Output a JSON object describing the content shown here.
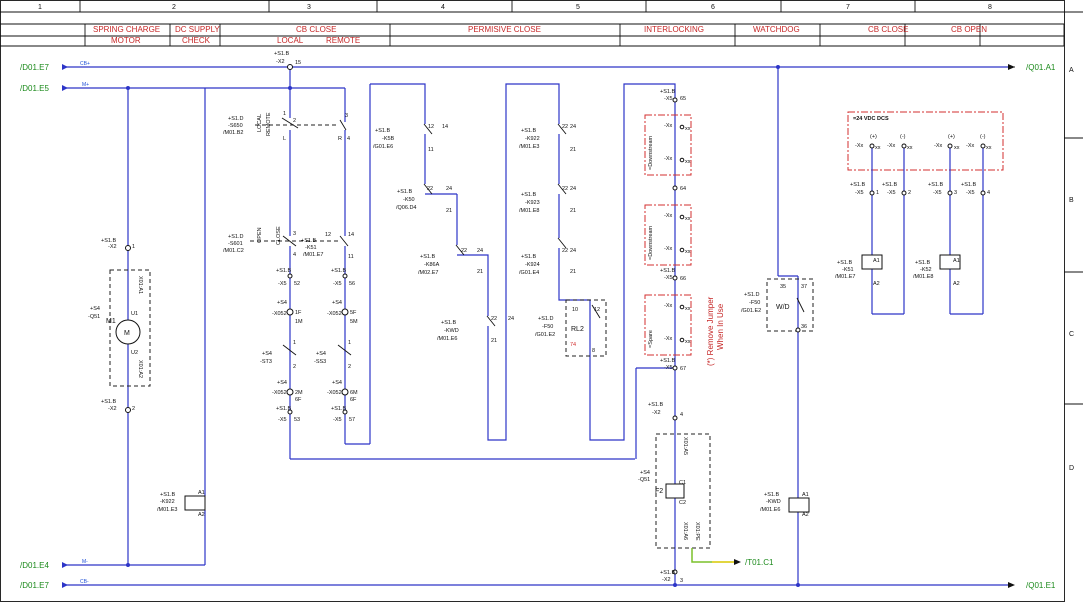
{
  "grid": {
    "columns": [
      "1",
      "2",
      "3",
      "4",
      "5",
      "6",
      "7",
      "8"
    ],
    "rows": [
      "A",
      "B",
      "C",
      "D"
    ]
  },
  "headers": {
    "spring_charge": "SPRING CHARGE",
    "motor": "MOTOR",
    "dc_supply": "DC SUPPLY",
    "check": "CHECK",
    "cb_close_main": "CB CLOSE",
    "local": "LOCAL",
    "remote": "REMOTE",
    "permissive_close": "PERMISIVE CLOSE",
    "interlocking": "INTERLOCKING",
    "watchdog": "WATCHDOG",
    "cb_close": "CB CLOSE",
    "cb_open": "CB OPEN"
  },
  "refs": {
    "d01e7_top": "/D01.E7",
    "d01e5": "/D01.E5",
    "d01e4": "/D01.E4",
    "d01e7_bot": "/D01.E7",
    "q01a1": "/Q01.A1",
    "q01e1": "/Q01.E1",
    "t01c1": "/T01.C1"
  },
  "bus": {
    "cb_plus": "CB+",
    "m_plus": "M+",
    "m_minus": "M-",
    "cb_minus": "CB-"
  },
  "motor": {
    "x2_top": [
      "+S1.B",
      "-X2",
      "1"
    ],
    "q51": [
      "+S4",
      "-Q51"
    ],
    "m1": "M1",
    "m": "M",
    "u1": "U1",
    "u2": "U2",
    "x01a1": "X01:A1",
    "x01a2": "X01:A2",
    "x2_bot": [
      "+S1.B",
      "-X2",
      "2"
    ]
  },
  "dc": {
    "k922": [
      "+S1.B",
      "-K922",
      "/M01.E3"
    ],
    "a1": "A1",
    "a2": "A2"
  },
  "local": {
    "x2_15": [
      "+S1.B",
      "-X2",
      "15"
    ],
    "s650": [
      "+S1.D",
      "-S650",
      "/M01.B2"
    ],
    "sel": [
      "LOCAL",
      "REMOTE"
    ],
    "pins": [
      "1",
      "2",
      "L",
      "R",
      "3",
      "4"
    ],
    "s601": [
      "+S1.D",
      "-S601",
      "/M01.C2"
    ],
    "s601_lbl": [
      "OPEN",
      "CLOSE"
    ],
    "k51": [
      "+S1.B",
      "-K51",
      "/M01.E7"
    ],
    "k51_pins": [
      "12",
      "14",
      "11"
    ],
    "s601_pins": [
      "3",
      "4"
    ],
    "x5_52": [
      "+S1.B",
      "-X5",
      "52"
    ],
    "x5_56": [
      "+S1.B",
      "-X5",
      "56"
    ],
    "x052_1": [
      "+S4",
      "-X052"
    ],
    "x052_p1": [
      "1F",
      "1M"
    ],
    "x052_2": [
      "+S4",
      "-X052"
    ],
    "x052_p2": [
      "5F",
      "5M"
    ],
    "st3": [
      "+S4",
      "-ST3"
    ],
    "ss3": [
      "+S4",
      "-SS3"
    ],
    "sw_pins": [
      "1",
      "2"
    ],
    "x052_3": [
      "+S4",
      "-X052"
    ],
    "x052_p3": [
      "2M",
      "6F"
    ],
    "x052_4": [
      "+S4",
      "-X052"
    ],
    "x052_p4": [
      "6M",
      "6F"
    ],
    "x5_53": [
      "+S1.B",
      "-X5",
      "53"
    ],
    "x5_57": [
      "+S1.B",
      "-X5",
      "57"
    ]
  },
  "permissive": {
    "k5b": [
      "+S1.B",
      "-K5B",
      "/G01.E6"
    ],
    "k50": [
      "+S1.B",
      "-K50",
      "/Q06.D4"
    ],
    "k86a": [
      "+S1.B",
      "-K86A",
      "/M02.E7"
    ],
    "kwd": [
      "+S1.B",
      "-KWD",
      "/M01.E6"
    ],
    "k922": [
      "+S1.B",
      "-K922",
      "/M01.E3"
    ],
    "k923": [
      "+S1.B",
      "-K923",
      "/M01.E8"
    ],
    "k924": [
      "+S1.B",
      "-K924",
      "/G01.E4"
    ],
    "f50": [
      "+S1.D",
      "-F50",
      "/G01.E2"
    ],
    "pins": [
      "12",
      "14",
      "11",
      "22",
      "24",
      "21"
    ],
    "rl2": "RL2",
    "rl2_pins": [
      "10",
      "12",
      "8"
    ],
    "rl2_num": "74"
  },
  "interlock": {
    "x5_65": [
      "+S1.B",
      "-X5",
      "65"
    ],
    "x5_64": "64",
    "x5_66": [
      "+S1.B",
      "-X5",
      "66"
    ],
    "x5_67": [
      "+S1.B",
      "-X5",
      "67"
    ],
    "xx": "-Xx",
    "xx_pin": "xx",
    "labels": [
      "=Downstream",
      "=Downstream",
      "=Spare"
    ],
    "note": [
      "(*) Remove Jumper",
      "When In Use"
    ],
    "x2_4": [
      "+S1.B",
      "-X2",
      "4"
    ],
    "q51": [
      "+S4",
      "-Q51"
    ],
    "f2": "F2",
    "c1": "C1",
    "c2": "C2",
    "x01a5": "X01:A5",
    "x01a6": "X01:A6",
    "x01pe": "X01:PE",
    "x2_3": [
      "+S1.B",
      "-X2",
      "3"
    ]
  },
  "watchdog": {
    "f50": [
      "+S1.D",
      "-F50",
      "/G01.E2"
    ],
    "wd": "W/D",
    "pins": [
      "35",
      "37",
      "36"
    ],
    "kwd": [
      "+S1.B",
      "-KWD",
      "/M01.E6"
    ],
    "a1": "A1",
    "a2": "A2"
  },
  "dcs": {
    "title": "=24 VDC  DCS",
    "plus": "(+)",
    "minus": "(-)",
    "xx": "-Xx",
    "xx_pin": "xx",
    "x5_terms": [
      "1",
      "2",
      "3",
      "4"
    ],
    "x5": [
      "+S1.B",
      "-X5"
    ],
    "k51": [
      "+S1.B",
      "-K51",
      "/M01.E7"
    ],
    "k52": [
      "+S1.B",
      "-K52",
      "/M01.E8"
    ],
    "a1": "A1",
    "a2": "A2"
  },
  "colors": {
    "wire": "#2d35c8",
    "header_text": "#c62828",
    "ref_text": "#1b8a1b",
    "frame": "#111111"
  }
}
